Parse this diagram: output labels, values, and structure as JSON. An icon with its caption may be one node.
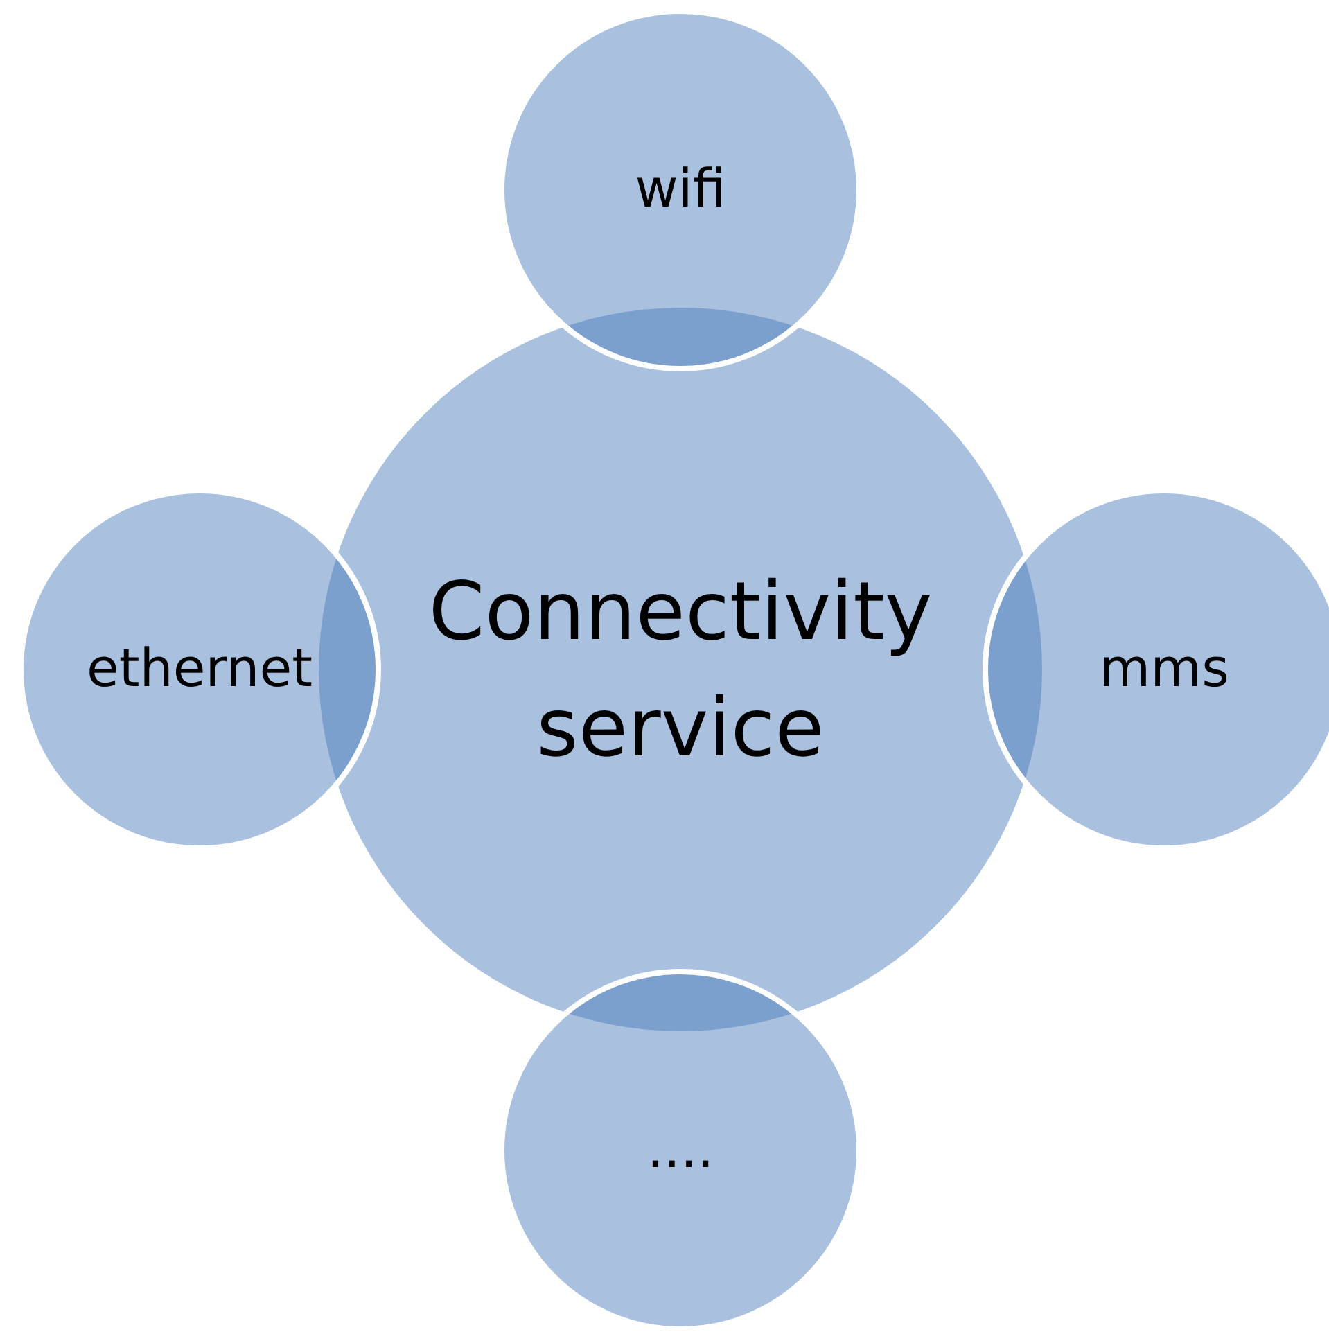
{
  "diagram": {
    "nodes": [
      {
        "text": [
          "Connectivity service"
        ]
      },
      {
        "text": [
          "wifi"
        ]
      },
      {
        "text": [
          "ethernet"
        ]
      },
      {
        "text": [
          "mms"
        ]
      },
      {
        "text": [
          "...."
        ]
      }
    ]
  }
}
